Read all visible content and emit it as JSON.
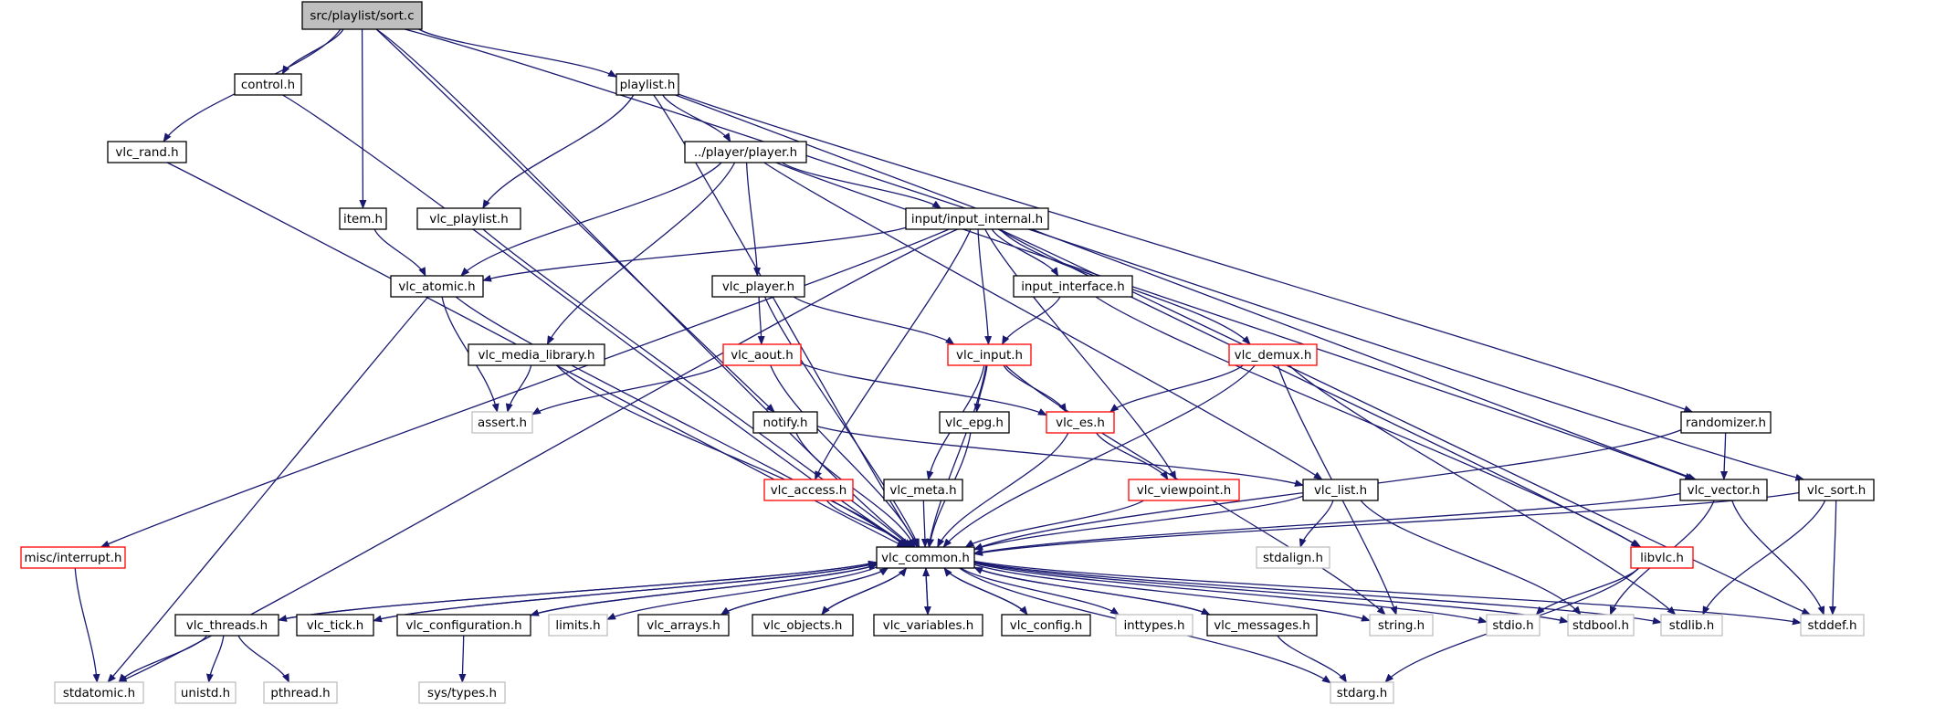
{
  "colors": {
    "edge": "#191970",
    "node_border_normal": "#000000",
    "node_border_red": "#ff0000",
    "node_border_external": "#bfbfbf",
    "root_fill": "#bfbfbf",
    "text": "#000000",
    "text_external": "#000000"
  },
  "nodes": [
    {
      "id": "sort_c",
      "label": "src/playlist/sort.c",
      "style": "root"
    },
    {
      "id": "control_h",
      "label": "control.h",
      "style": "normal"
    },
    {
      "id": "playlist_h",
      "label": "playlist.h",
      "style": "normal"
    },
    {
      "id": "vlc_rand_h",
      "label": "vlc_rand.h",
      "style": "normal"
    },
    {
      "id": "player_h",
      "label": "../player/player.h",
      "style": "normal"
    },
    {
      "id": "item_h",
      "label": "item.h",
      "style": "normal"
    },
    {
      "id": "vlc_playlist_h",
      "label": "vlc_playlist.h",
      "style": "normal"
    },
    {
      "id": "input_internal_h",
      "label": "input/input_internal.h",
      "style": "normal"
    },
    {
      "id": "vlc_atomic_h",
      "label": "vlc_atomic.h",
      "style": "normal"
    },
    {
      "id": "vlc_player_h",
      "label": "vlc_player.h",
      "style": "normal"
    },
    {
      "id": "input_interface_h",
      "label": "input_interface.h",
      "style": "normal"
    },
    {
      "id": "vlc_media_library_h",
      "label": "vlc_media_library.h",
      "style": "normal"
    },
    {
      "id": "vlc_aout_h",
      "label": "vlc_aout.h",
      "style": "red"
    },
    {
      "id": "vlc_input_h",
      "label": "vlc_input.h",
      "style": "red"
    },
    {
      "id": "vlc_demux_h",
      "label": "vlc_demux.h",
      "style": "red"
    },
    {
      "id": "assert_h",
      "label": "assert.h",
      "style": "external"
    },
    {
      "id": "notify_h",
      "label": "notify.h",
      "style": "normal"
    },
    {
      "id": "vlc_epg_h",
      "label": "vlc_epg.h",
      "style": "normal"
    },
    {
      "id": "vlc_es_h",
      "label": "vlc_es.h",
      "style": "red"
    },
    {
      "id": "randomizer_h",
      "label": "randomizer.h",
      "style": "normal"
    },
    {
      "id": "vlc_access_h",
      "label": "vlc_access.h",
      "style": "red"
    },
    {
      "id": "vlc_meta_h",
      "label": "vlc_meta.h",
      "style": "normal"
    },
    {
      "id": "vlc_viewpoint_h",
      "label": "vlc_viewpoint.h",
      "style": "red"
    },
    {
      "id": "vlc_list_h",
      "label": "vlc_list.h",
      "style": "normal"
    },
    {
      "id": "vlc_vector_h",
      "label": "vlc_vector.h",
      "style": "normal"
    },
    {
      "id": "vlc_sort_h",
      "label": "vlc_sort.h",
      "style": "normal"
    },
    {
      "id": "misc_interrupt_h",
      "label": "misc/interrupt.h",
      "style": "red"
    },
    {
      "id": "vlc_common_h",
      "label": "vlc_common.h",
      "style": "normal"
    },
    {
      "id": "stdalign_h",
      "label": "stdalign.h",
      "style": "external"
    },
    {
      "id": "libvlc_h",
      "label": "libvlc.h",
      "style": "red"
    },
    {
      "id": "vlc_threads_h",
      "label": "vlc_threads.h",
      "style": "normal"
    },
    {
      "id": "vlc_tick_h",
      "label": "vlc_tick.h",
      "style": "normal"
    },
    {
      "id": "vlc_configuration_h",
      "label": "vlc_configuration.h",
      "style": "normal"
    },
    {
      "id": "limits_h",
      "label": "limits.h",
      "style": "external"
    },
    {
      "id": "vlc_arrays_h",
      "label": "vlc_arrays.h",
      "style": "normal"
    },
    {
      "id": "vlc_objects_h",
      "label": "vlc_objects.h",
      "style": "normal"
    },
    {
      "id": "vlc_variables_h",
      "label": "vlc_variables.h",
      "style": "normal"
    },
    {
      "id": "vlc_config_h",
      "label": "vlc_config.h",
      "style": "normal"
    },
    {
      "id": "inttypes_h",
      "label": "inttypes.h",
      "style": "external"
    },
    {
      "id": "vlc_messages_h",
      "label": "vlc_messages.h",
      "style": "normal"
    },
    {
      "id": "string_h",
      "label": "string.h",
      "style": "external"
    },
    {
      "id": "stdio_h",
      "label": "stdio.h",
      "style": "external"
    },
    {
      "id": "stdbool_h",
      "label": "stdbool.h",
      "style": "external"
    },
    {
      "id": "stdlib_h",
      "label": "stdlib.h",
      "style": "external"
    },
    {
      "id": "stddef_h",
      "label": "stddef.h",
      "style": "external"
    },
    {
      "id": "stdatomic_h",
      "label": "stdatomic.h",
      "style": "external"
    },
    {
      "id": "unistd_h",
      "label": "unistd.h",
      "style": "external"
    },
    {
      "id": "pthread_h",
      "label": "pthread.h",
      "style": "external"
    },
    {
      "id": "sys_types_h",
      "label": "sys/types.h",
      "style": "external"
    },
    {
      "id": "stdarg_h",
      "label": "stdarg.h",
      "style": "external"
    }
  ],
  "edges": [
    [
      "sort_c",
      "control_h"
    ],
    [
      "sort_c",
      "playlist_h"
    ],
    [
      "sort_c",
      "vlc_rand_h"
    ],
    [
      "sort_c",
      "item_h"
    ],
    [
      "sort_c",
      "notify_h"
    ],
    [
      "sort_c",
      "vlc_sort_h"
    ],
    [
      "sort_c",
      "vlc_common_h"
    ],
    [
      "control_h",
      "vlc_common_h"
    ],
    [
      "playlist_h",
      "player_h"
    ],
    [
      "playlist_h",
      "vlc_playlist_h"
    ],
    [
      "playlist_h",
      "randomizer_h"
    ],
    [
      "playlist_h",
      "vlc_vector_h"
    ],
    [
      "playlist_h",
      "vlc_common_h"
    ],
    [
      "vlc_rand_h",
      "vlc_common_h"
    ],
    [
      "player_h",
      "input_internal_h"
    ],
    [
      "player_h",
      "vlc_atomic_h"
    ],
    [
      "player_h",
      "vlc_player_h"
    ],
    [
      "player_h",
      "vlc_media_library_h"
    ],
    [
      "player_h",
      "vlc_list_h"
    ],
    [
      "player_h",
      "vlc_vector_h"
    ],
    [
      "item_h",
      "vlc_atomic_h"
    ],
    [
      "vlc_playlist_h",
      "vlc_common_h"
    ],
    [
      "input_internal_h",
      "vlc_atomic_h"
    ],
    [
      "input_internal_h",
      "input_interface_h"
    ],
    [
      "input_internal_h",
      "vlc_input_h"
    ],
    [
      "input_internal_h",
      "vlc_demux_h"
    ],
    [
      "input_internal_h",
      "vlc_access_h"
    ],
    [
      "input_internal_h",
      "vlc_viewpoint_h"
    ],
    [
      "input_internal_h",
      "misc_interrupt_h"
    ],
    [
      "input_internal_h",
      "libvlc_h"
    ],
    [
      "input_internal_h",
      "stddef_h"
    ],
    [
      "input_internal_h",
      "stdatomic_h"
    ],
    [
      "vlc_atomic_h",
      "assert_h"
    ],
    [
      "vlc_atomic_h",
      "vlc_common_h"
    ],
    [
      "vlc_atomic_h",
      "stdatomic_h"
    ],
    [
      "vlc_player_h",
      "vlc_aout_h"
    ],
    [
      "vlc_player_h",
      "vlc_input_h"
    ],
    [
      "vlc_player_h",
      "vlc_common_h"
    ],
    [
      "input_interface_h",
      "vlc_input_h"
    ],
    [
      "input_interface_h",
      "libvlc_h"
    ],
    [
      "vlc_media_library_h",
      "assert_h"
    ],
    [
      "vlc_media_library_h",
      "vlc_common_h"
    ],
    [
      "vlc_aout_h",
      "assert_h"
    ],
    [
      "vlc_aout_h",
      "vlc_es_h"
    ],
    [
      "vlc_aout_h",
      "vlc_common_h"
    ],
    [
      "vlc_input_h",
      "vlc_es_h"
    ],
    [
      "vlc_input_h",
      "vlc_epg_h"
    ],
    [
      "vlc_input_h",
      "vlc_meta_h"
    ],
    [
      "vlc_input_h",
      "vlc_common_h"
    ],
    [
      "vlc_input_h",
      "string_h"
    ],
    [
      "vlc_demux_h",
      "vlc_es_h"
    ],
    [
      "vlc_demux_h",
      "vlc_common_h"
    ],
    [
      "vlc_demux_h",
      "string_h"
    ],
    [
      "vlc_demux_h",
      "stdlib_h"
    ],
    [
      "notify_h",
      "vlc_list_h"
    ],
    [
      "notify_h",
      "vlc_common_h"
    ],
    [
      "vlc_epg_h",
      "vlc_common_h"
    ],
    [
      "vlc_es_h",
      "vlc_viewpoint_h"
    ],
    [
      "vlc_es_h",
      "vlc_common_h"
    ],
    [
      "randomizer_h",
      "vlc_vector_h"
    ],
    [
      "randomizer_h",
      "vlc_common_h"
    ],
    [
      "vlc_access_h",
      "vlc_common_h"
    ],
    [
      "vlc_meta_h",
      "vlc_common_h"
    ],
    [
      "vlc_viewpoint_h",
      "vlc_common_h"
    ],
    [
      "vlc_list_h",
      "vlc_common_h"
    ],
    [
      "vlc_list_h",
      "stdalign_h"
    ],
    [
      "vlc_list_h",
      "stdbool_h"
    ],
    [
      "vlc_vector_h",
      "vlc_common_h"
    ],
    [
      "vlc_vector_h",
      "stdbool_h"
    ],
    [
      "vlc_vector_h",
      "stddef_h"
    ],
    [
      "vlc_sort_h",
      "vlc_common_h"
    ],
    [
      "vlc_sort_h",
      "stdlib_h"
    ],
    [
      "vlc_sort_h",
      "stddef_h"
    ],
    [
      "misc_interrupt_h",
      "stdatomic_h"
    ],
    [
      "libvlc_h",
      "stdio_h"
    ],
    [
      "libvlc_h",
      "stdarg_h"
    ],
    [
      "vlc_common_h",
      "vlc_threads_h"
    ],
    [
      "vlc_common_h",
      "vlc_tick_h"
    ],
    [
      "vlc_common_h",
      "vlc_configuration_h"
    ],
    [
      "vlc_common_h",
      "limits_h"
    ],
    [
      "vlc_common_h",
      "vlc_arrays_h"
    ],
    [
      "vlc_common_h",
      "vlc_objects_h"
    ],
    [
      "vlc_common_h",
      "vlc_variables_h"
    ],
    [
      "vlc_common_h",
      "vlc_config_h"
    ],
    [
      "vlc_common_h",
      "inttypes_h"
    ],
    [
      "vlc_common_h",
      "vlc_messages_h"
    ],
    [
      "vlc_common_h",
      "string_h"
    ],
    [
      "vlc_common_h",
      "stdio_h"
    ],
    [
      "vlc_common_h",
      "stdbool_h"
    ],
    [
      "vlc_common_h",
      "stdlib_h"
    ],
    [
      "vlc_common_h",
      "stddef_h"
    ],
    [
      "vlc_common_h",
      "stdarg_h"
    ],
    [
      "vlc_threads_h",
      "vlc_common_h"
    ],
    [
      "vlc_threads_h",
      "stdatomic_h"
    ],
    [
      "vlc_threads_h",
      "unistd_h"
    ],
    [
      "vlc_threads_h",
      "pthread_h"
    ],
    [
      "vlc_tick_h",
      "vlc_common_h"
    ],
    [
      "vlc_configuration_h",
      "vlc_common_h"
    ],
    [
      "vlc_configuration_h",
      "sys_types_h"
    ],
    [
      "vlc_arrays_h",
      "vlc_common_h"
    ],
    [
      "vlc_objects_h",
      "vlc_common_h"
    ],
    [
      "vlc_variables_h",
      "vlc_common_h"
    ],
    [
      "vlc_config_h",
      "vlc_common_h"
    ],
    [
      "vlc_messages_h",
      "vlc_common_h"
    ],
    [
      "vlc_messages_h",
      "stdarg_h"
    ]
  ]
}
